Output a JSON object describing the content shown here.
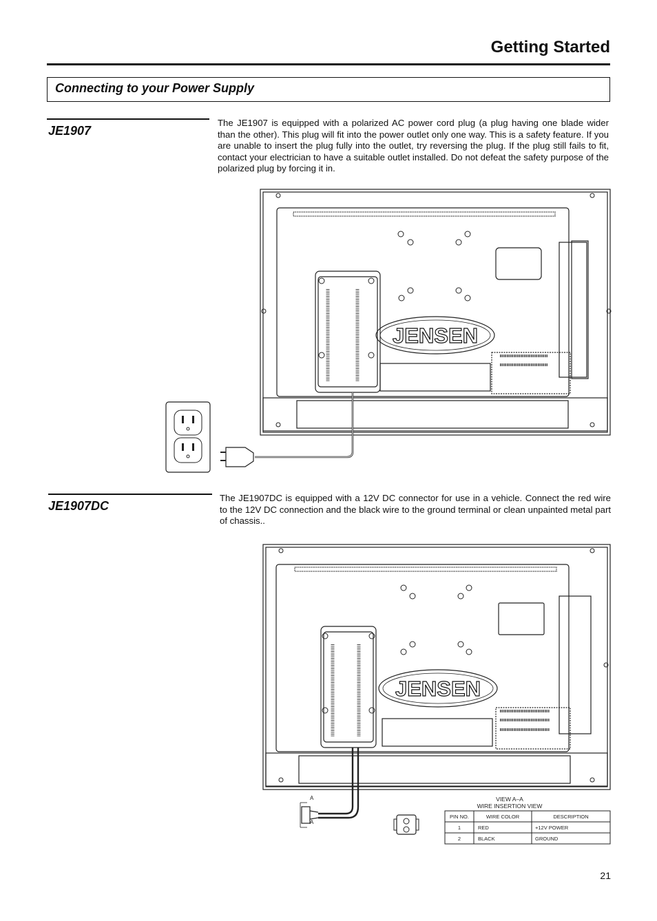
{
  "header": {
    "title": "Getting Started"
  },
  "section": {
    "title": "Connecting to your Power Supply"
  },
  "je1907": {
    "model": "JE1907",
    "text": "The JE1907 is equipped with a polarized AC power cord plug (a plug having one blade wider than the other). This plug will fit into the power outlet only one way. This is a safety feature. If you are unable to insert the plug fully into the outlet, try reversing the plug. If the plug still fails to fit, contact your electrician to have a suitable outlet installed. Do not defeat the safety purpose of the polarized plug by forcing it in.",
    "logo_text": "JENSEN"
  },
  "je1907dc": {
    "model": "JE1907DC",
    "text": "The JE1907DC is equipped with a 12V DC connector for use in a vehicle. Connect the red wire to the 12V DC connection and the black wire to the ground terminal or clean unpainted metal part of chassis..",
    "logo_text": "JENSEN",
    "connector_label": "A",
    "view_title": "VIEW  A–A",
    "view_subtitle": "WIRE  INSERTION  VIEW",
    "wire_table": {
      "headers": [
        "PIN  NO.",
        "WIRE  COLOR",
        "DESCRIPTION"
      ],
      "rows": [
        [
          "1",
          "RED",
          "+12V  POWER"
        ],
        [
          "2",
          "BLACK",
          "GROUND"
        ]
      ]
    }
  },
  "footer": {
    "page_number": "21"
  }
}
